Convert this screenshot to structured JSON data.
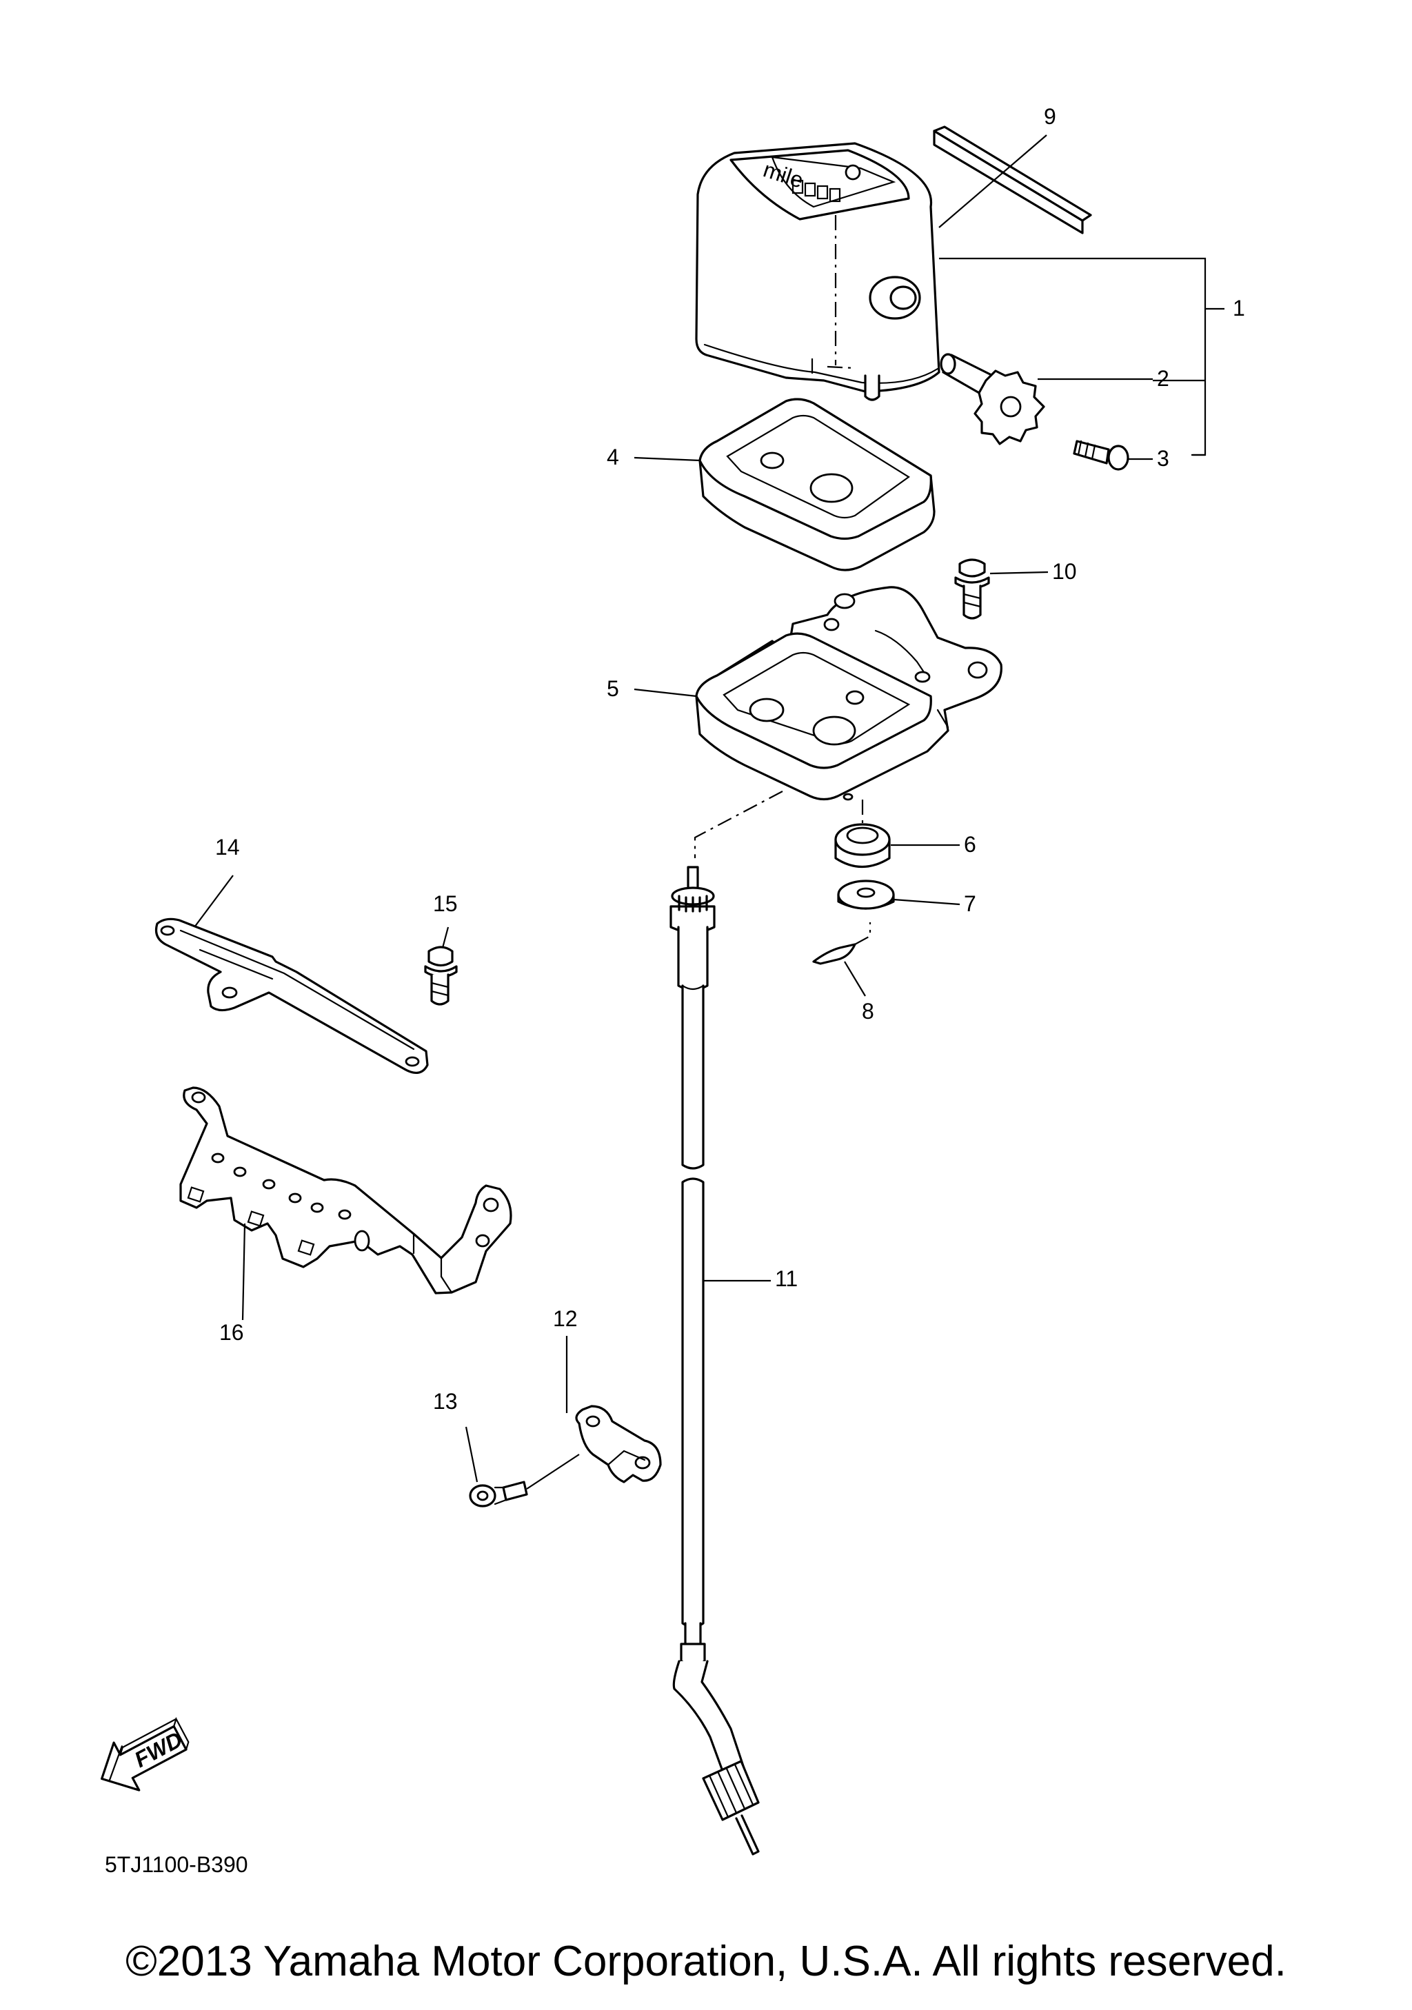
{
  "diagram": {
    "callouts": [
      "1",
      "2",
      "3",
      "4",
      "5",
      "6",
      "7",
      "8",
      "9",
      "10",
      "11",
      "12",
      "13",
      "14",
      "15",
      "16"
    ],
    "meter_face": {
      "unit": "mile"
    },
    "fwd_label": "FWD",
    "ref_code": "5TJ1100-B390"
  },
  "footer": {
    "copyright": "©2013 Yamaha Motor Corporation, U.S.A. All rights reserved."
  }
}
